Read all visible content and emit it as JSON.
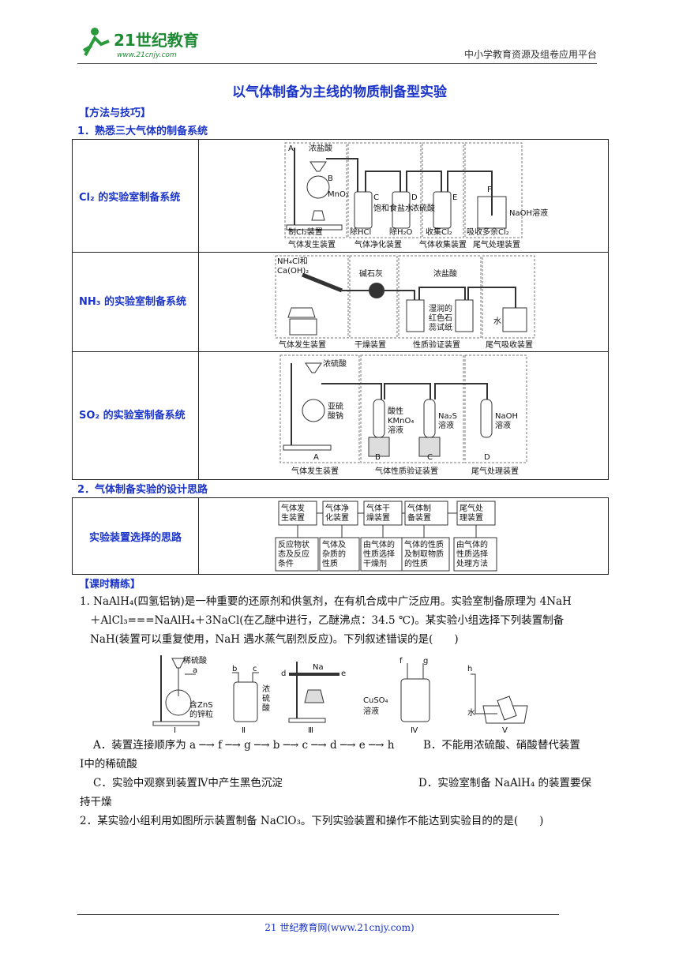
{
  "header": {
    "logo_main": "21世纪教育",
    "logo_url": "www.21cnjy.com",
    "platform": "中小学教育资源及组卷应用平台"
  },
  "title": "以气体制备为主线的物质制备型实验",
  "section_method": "【方法与技巧】",
  "heading1": "1．熟悉三大气体的制备系统",
  "table1": {
    "rows": [
      {
        "label": "Cl₂ 的实验室制备系统",
        "diagram_labels": [
          "A",
          "浓盐酸",
          "B",
          "MnO₂",
          "C",
          "饱和食盐水",
          "D",
          "浓硫酸",
          "E",
          "F",
          "NaOH溶液"
        ],
        "captions": [
          "制Cl₂装置",
          "除HCl",
          "除H₂O",
          "收集Cl₂",
          "吸收多余Cl₂"
        ],
        "stages": [
          "气体发生装置",
          "气体净化装置",
          "气体收集装置",
          "尾气处理装置"
        ]
      },
      {
        "label": "NH₃ 的实验室制备系统",
        "diagram_labels": [
          "NH₄Cl和",
          "Ca(OH)₂",
          "碱石灰",
          "浓盐酸",
          "湿润的",
          "红色石",
          "蕊试纸",
          "水"
        ],
        "stages": [
          "气体发生装置",
          "干燥装置",
          "性质验证装置",
          "尾气吸收装置"
        ]
      },
      {
        "label": "SO₂ 的实验室制备系统",
        "diagram_labels": [
          "浓硫酸",
          "亚硫",
          "酸钠",
          "酸性",
          "KMnO₄",
          "溶液",
          "Na₂S",
          "溶液",
          "NaOH",
          "溶液"
        ],
        "letters": [
          "A",
          "B",
          "C",
          "D"
        ],
        "stages": [
          "气体发生装置",
          "气体性质验证装置",
          "尾气处理装置"
        ]
      }
    ]
  },
  "heading2": "2．气体制备实验的设计思路",
  "table2": {
    "label": "实验装置选择的思路",
    "top_boxes": [
      [
        "气体发",
        "生装置"
      ],
      [
        "气体净",
        "化装置"
      ],
      [
        "气体干",
        "燥装置"
      ],
      [
        "气体制",
        "备装置"
      ],
      [
        "尾气处",
        "理装置"
      ]
    ],
    "bottom_boxes": [
      [
        "反应物状",
        "态及反应",
        "条件"
      ],
      [
        "气体及",
        "杂质的",
        "性质"
      ],
      [
        "由气体的",
        "性质选择",
        "干燥剂"
      ],
      [
        "气体的性质",
        "及制取物质",
        "的性质"
      ],
      [
        "由气体的",
        "性质选择",
        "处理方法"
      ]
    ]
  },
  "section_practice": "【课时精练】",
  "q1": {
    "lines": [
      "1. NaAlH₄(四氢铝钠)是一种重要的还原剂和供氢剂，在有机合成中广泛应用。实验室制备原理为 4NaH",
      "＋AlCl₃===NaAlH₄＋3NaCl(在乙醚中进行，乙醚沸点：34.5 ℃)。某实验小组选择下列装置制备",
      "NaH(装置可以重复使用，NaH 遇水蒸气剧烈反应)。下列叙述错误的是(　　)"
    ],
    "apparatus_labels": [
      "稀硫酸",
      "a",
      "含ZnS",
      "的锌粒",
      "b",
      "c",
      "浓",
      "硫",
      "酸",
      "Na",
      "d",
      "e",
      "f",
      "g",
      "CuSO₄",
      "溶液",
      "h",
      "水"
    ],
    "roman": [
      "Ⅰ",
      "Ⅱ",
      "Ⅲ",
      "Ⅳ",
      "Ⅴ"
    ],
    "option_a": "A．装置连接顺序为 a ─→ f ─→ g ─→ b ─→ c ─→ d ─→ e ─→ h",
    "option_b": "B．不能用浓硫酸、硝酸替代装置",
    "option_b2": "Ⅰ中的稀硫酸",
    "option_c": "C．实验中观察到装置Ⅳ中产生黑色沉淀",
    "option_d": "D．实验室制备 NaAlH₄ 的装置要保",
    "option_d2": "持干燥"
  },
  "q2": "2．某实验小组利用如图所示装置制备 NaClO₃。下列实验装置和操作不能达到实验目的的是(　　)",
  "footer": "21 世纪教育网(www.21cnjy.com)"
}
